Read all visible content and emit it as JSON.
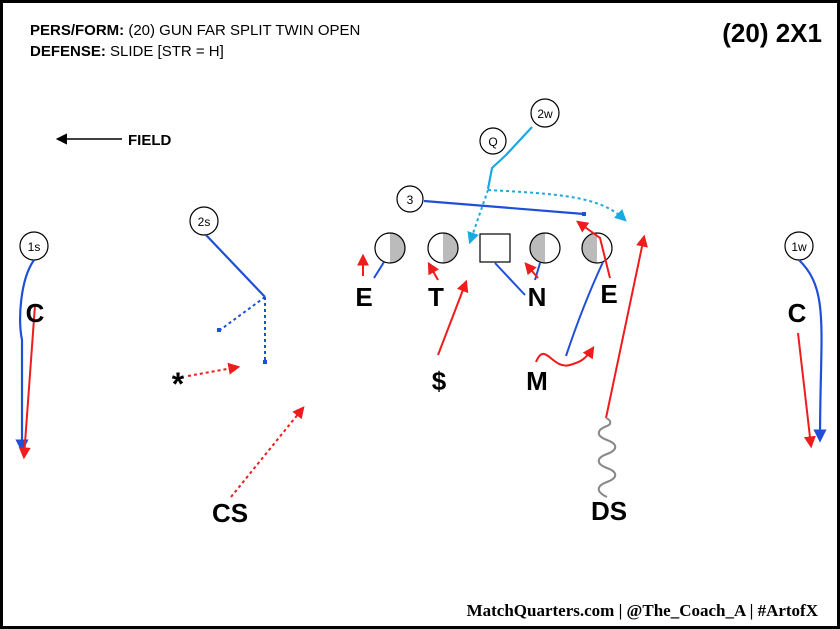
{
  "header": {
    "line1_label": "PERS/FORM:",
    "line1_value": " (20) GUN FAR SPLIT TWIN OPEN",
    "line2_label": "DEFENSE:",
    "line2_value": " SLIDE [STR = H]",
    "title": "(20) 2X1"
  },
  "field_label": "FIELD",
  "offense": {
    "q": "Q",
    "two_w": "2w",
    "three": "3",
    "two_s": "2s",
    "one_s": "1s",
    "one_w": "1w"
  },
  "defense": {
    "e_left": "E",
    "t": "T",
    "n": "N",
    "e_right": "E",
    "c_left": "C",
    "c_right": "C",
    "star": "*",
    "money": "$",
    "m": "M",
    "cs": "CS",
    "ds": "DS"
  },
  "colors": {
    "red": "#ee1c1c",
    "blue": "#1f4fd8",
    "light_blue": "#1aa9e0",
    "gray": "#999999"
  },
  "footer": "MatchQuarters.com | @The_Coach_A | #ArtofX"
}
